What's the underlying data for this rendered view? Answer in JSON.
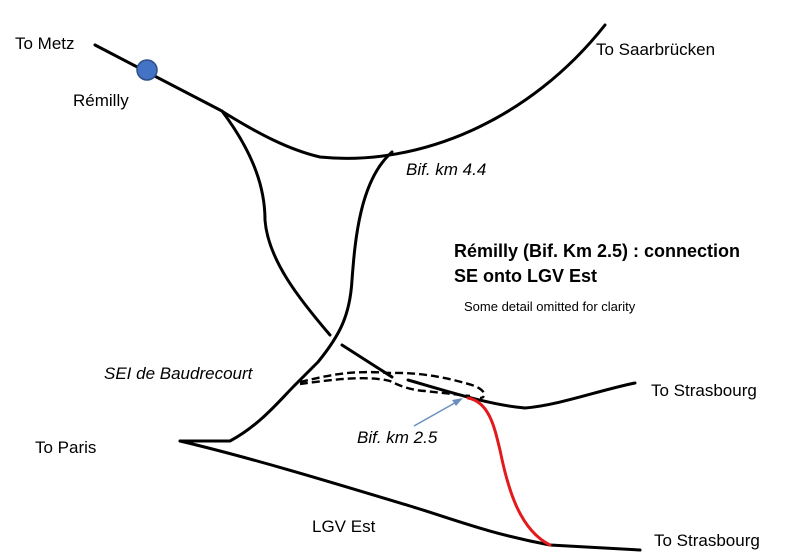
{
  "labels": {
    "to_metz": "To Metz",
    "remilly": "Rémilly",
    "to_saarbrucken": "To Saarbrücken",
    "bif_km_4_4": "Bif. km 4.4",
    "sei_baudrecourt": "SEI de Baudrecourt",
    "to_strasbourg_upper": "To Strasbourg",
    "to_paris": "To Paris",
    "bif_km_2_5": "Bif. km 2.5",
    "lgv_est": "LGV Est",
    "to_strasbourg_lower": "To Strasbourg"
  },
  "title": {
    "line1": "Rémilly (Bif. Km 2.5) : connection",
    "line2": "SE onto LGV Est"
  },
  "note": "Some detail omitted for clarity",
  "colors": {
    "track": "#000000",
    "new_connection": "#e31a1c",
    "station": "#4472c4",
    "pointer": "#6a8fbf"
  }
}
